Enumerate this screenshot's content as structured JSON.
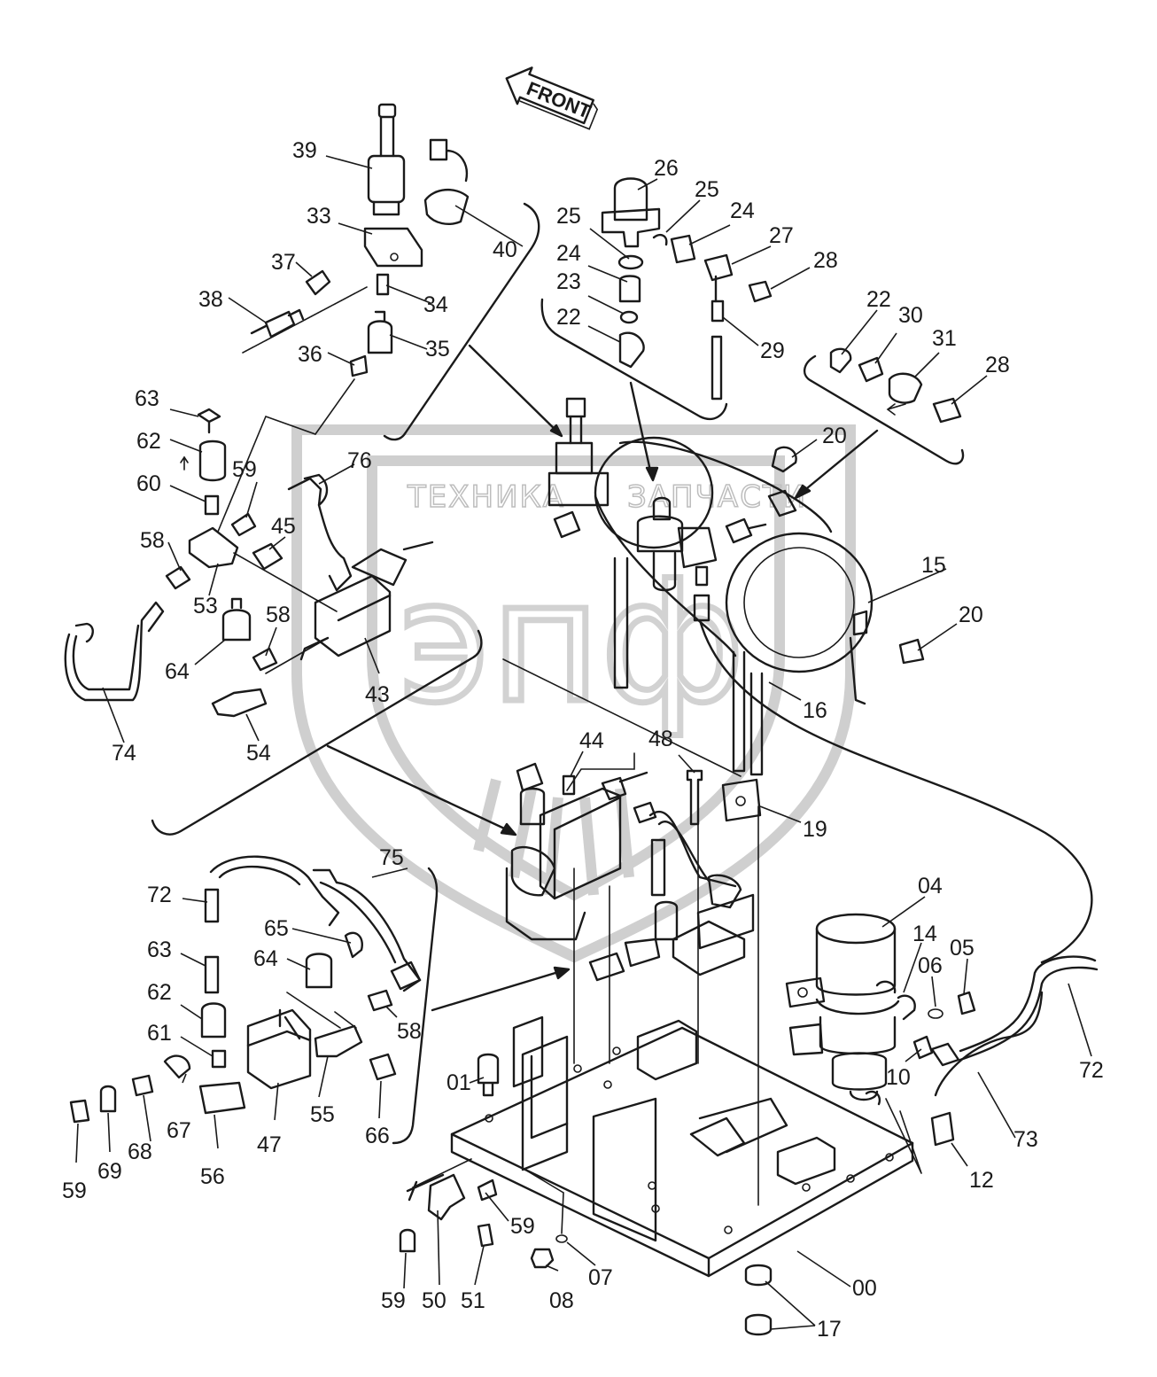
{
  "front_label": "FRONT",
  "watermark": {
    "text_left": "ТЕХНИКА",
    "text_right": "ЗАПЧАСТИ",
    "logo": "эпф"
  },
  "callouts": [
    {
      "id": "c39",
      "label": "39"
    },
    {
      "id": "c33",
      "label": "33"
    },
    {
      "id": "c40",
      "label": "40"
    },
    {
      "id": "c37",
      "label": "37"
    },
    {
      "id": "c38",
      "label": "38"
    },
    {
      "id": "c34",
      "label": "34"
    },
    {
      "id": "c35",
      "label": "35"
    },
    {
      "id": "c36",
      "label": "36"
    },
    {
      "id": "c63a",
      "label": "63"
    },
    {
      "id": "c62a",
      "label": "62"
    },
    {
      "id": "c60",
      "label": "60"
    },
    {
      "id": "c59a",
      "label": "59"
    },
    {
      "id": "c76",
      "label": "76"
    },
    {
      "id": "c45",
      "label": "45"
    },
    {
      "id": "c58a",
      "label": "58"
    },
    {
      "id": "c53",
      "label": "53"
    },
    {
      "id": "c58b",
      "label": "58"
    },
    {
      "id": "c64a",
      "label": "64"
    },
    {
      "id": "c43",
      "label": "43"
    },
    {
      "id": "c74",
      "label": "74"
    },
    {
      "id": "c54",
      "label": "54"
    },
    {
      "id": "c26",
      "label": "26"
    },
    {
      "id": "c25a",
      "label": "25"
    },
    {
      "id": "c25b",
      "label": "25"
    },
    {
      "id": "c24a",
      "label": "24"
    },
    {
      "id": "c24b",
      "label": "24"
    },
    {
      "id": "c27",
      "label": "27"
    },
    {
      "id": "c23",
      "label": "23"
    },
    {
      "id": "c28a",
      "label": "28"
    },
    {
      "id": "c22a",
      "label": "22"
    },
    {
      "id": "c29",
      "label": "29"
    },
    {
      "id": "c22b",
      "label": "22"
    },
    {
      "id": "c30",
      "label": "30"
    },
    {
      "id": "c31",
      "label": "31"
    },
    {
      "id": "c28b",
      "label": "28"
    },
    {
      "id": "c20a",
      "label": "20"
    },
    {
      "id": "c15",
      "label": "15"
    },
    {
      "id": "c20b",
      "label": "20"
    },
    {
      "id": "c16",
      "label": "16"
    },
    {
      "id": "c44",
      "label": "44"
    },
    {
      "id": "c48",
      "label": "48"
    },
    {
      "id": "c19",
      "label": "19"
    },
    {
      "id": "c75",
      "label": "75"
    },
    {
      "id": "c72a",
      "label": "72"
    },
    {
      "id": "c65",
      "label": "65"
    },
    {
      "id": "c63b",
      "label": "63"
    },
    {
      "id": "c64b",
      "label": "64"
    },
    {
      "id": "c62b",
      "label": "62"
    },
    {
      "id": "c58c",
      "label": "58"
    },
    {
      "id": "c61",
      "label": "61"
    },
    {
      "id": "c67",
      "label": "67"
    },
    {
      "id": "c55",
      "label": "55"
    },
    {
      "id": "c66",
      "label": "66"
    },
    {
      "id": "c47",
      "label": "47"
    },
    {
      "id": "c56",
      "label": "56"
    },
    {
      "id": "c68",
      "label": "68"
    },
    {
      "id": "c69",
      "label": "69"
    },
    {
      "id": "c59b",
      "label": "59"
    },
    {
      "id": "c04",
      "label": "04"
    },
    {
      "id": "c14",
      "label": "14"
    },
    {
      "id": "c05",
      "label": "05"
    },
    {
      "id": "c06",
      "label": "06"
    },
    {
      "id": "c10",
      "label": "10"
    },
    {
      "id": "c72b",
      "label": "72"
    },
    {
      "id": "c73",
      "label": "73"
    },
    {
      "id": "c12",
      "label": "12"
    },
    {
      "id": "c01",
      "label": "01"
    },
    {
      "id": "c59c",
      "label": "59"
    },
    {
      "id": "c59d",
      "label": "59"
    },
    {
      "id": "c50",
      "label": "50"
    },
    {
      "id": "c51",
      "label": "51"
    },
    {
      "id": "c08",
      "label": "08"
    },
    {
      "id": "c07",
      "label": "07"
    },
    {
      "id": "c00",
      "label": "00"
    },
    {
      "id": "c17",
      "label": "17"
    }
  ]
}
